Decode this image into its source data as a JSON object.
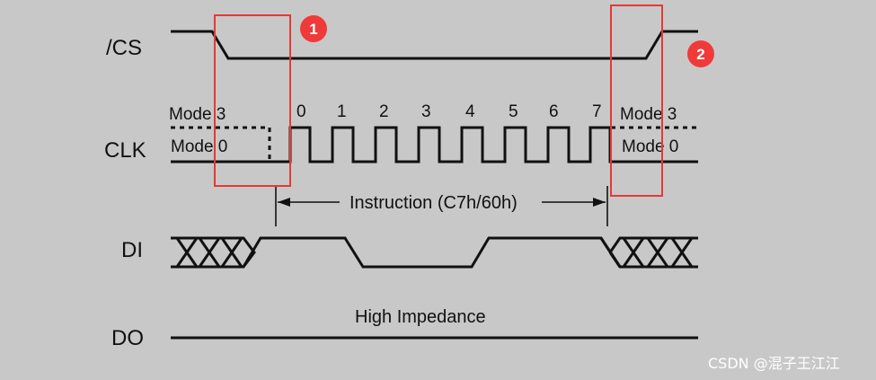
{
  "signals": {
    "cs": "/CS",
    "clk": "CLK",
    "di": "DI",
    "do": "DO"
  },
  "clk_modes": {
    "left_mode3": "Mode 3",
    "left_mode0": "Mode 0",
    "right_mode3": "Mode 3",
    "right_mode0": "Mode 0"
  },
  "clk_ticks": [
    "0",
    "1",
    "2",
    "3",
    "4",
    "5",
    "6",
    "7"
  ],
  "instruction_label": "Instruction (C7h/60h)",
  "do_label": "High Impedance",
  "markers": [
    "1",
    "2"
  ],
  "watermark": "CSDN @混子王江江",
  "colors": {
    "background": "#c8c8c8",
    "highlight": "#e53935",
    "badge": "#f03a3a"
  }
}
